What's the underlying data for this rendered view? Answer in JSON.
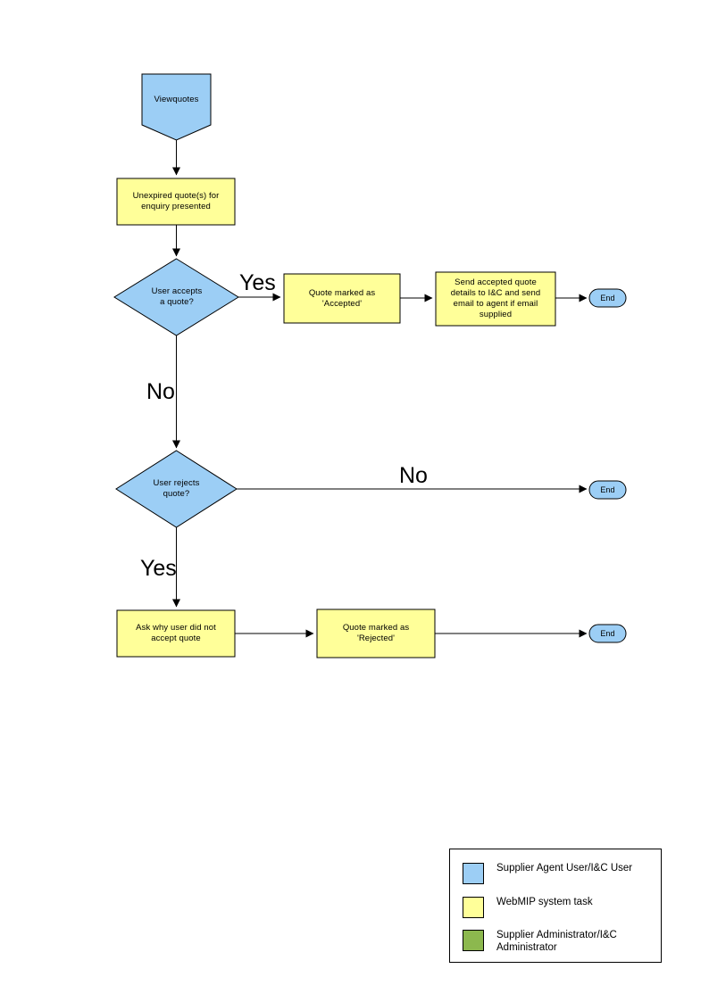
{
  "diagram": {
    "type": "flowchart",
    "title": "",
    "nodes": {
      "start": {
        "label": "Viewquotes",
        "shape": "pentagon-down",
        "color": "#9CCEF5"
      },
      "unexpired": {
        "label": "Unexpired quote(s) for\nenquiry presented",
        "shape": "process",
        "color": "#FFFF99"
      },
      "decision_accept": {
        "label": "User accepts\na quote?",
        "shape": "decision",
        "color": "#9CCEF5"
      },
      "quote_accepted": {
        "label": "Quote  marked as\n'Accepted'",
        "shape": "process",
        "color": "#FFFF99"
      },
      "send_details": {
        "label": "Send accepted quote\ndetails to I&C and send\nemail to agent if email\nsupplied",
        "shape": "process",
        "color": "#FFFF99"
      },
      "end_accept": {
        "label": "End",
        "shape": "terminator",
        "color": "#9CCEF5"
      },
      "decision_reject": {
        "label": "User rejects\nquote?",
        "shape": "decision",
        "color": "#9CCEF5"
      },
      "end_no_reject": {
        "label": "End",
        "shape": "terminator",
        "color": "#9CCEF5"
      },
      "ask_why": {
        "label": "Ask why user did not\naccept quote",
        "shape": "process",
        "color": "#FFFF99"
      },
      "quote_rejected": {
        "label": "Quote  marked as\n'Rejected'",
        "shape": "process",
        "color": "#FFFF99"
      },
      "end_reject": {
        "label": "End",
        "shape": "terminator",
        "color": "#9CCEF5"
      }
    },
    "edge_labels": {
      "accept_yes": "Yes",
      "accept_no": "No",
      "reject_no": "No",
      "reject_yes": "Yes"
    }
  },
  "legend": {
    "items": [
      {
        "color": "#9CCEF5",
        "label": "Supplier Agent User/I&C User"
      },
      {
        "color": "#FFFF99",
        "label": "WebMIP system task"
      },
      {
        "color": "#8CB84E",
        "label": "Supplier Administrator/I&C\nAdministrator"
      }
    ]
  }
}
